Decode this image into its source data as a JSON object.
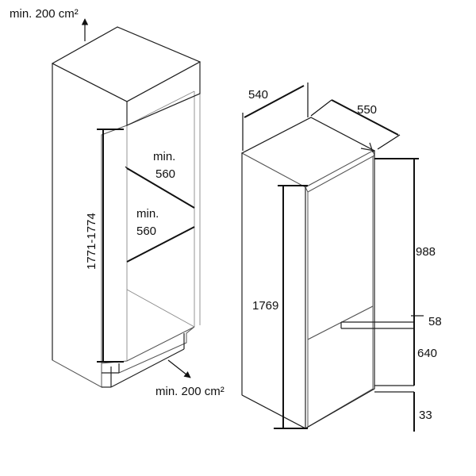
{
  "labels": {
    "top_vent": "min. 200 cm²",
    "bottom_vent": "min. 200 cm²",
    "niche_height": "1771-1774",
    "niche_depth_upper_min": "min.",
    "niche_depth_upper_val": "560",
    "niche_depth_lower_min": "min.",
    "niche_depth_lower_val": "560",
    "width": "540",
    "depth": "550",
    "total_height": "1769",
    "upper_door": "988",
    "gap": "58",
    "lower_door": "640",
    "bottom": "33"
  }
}
